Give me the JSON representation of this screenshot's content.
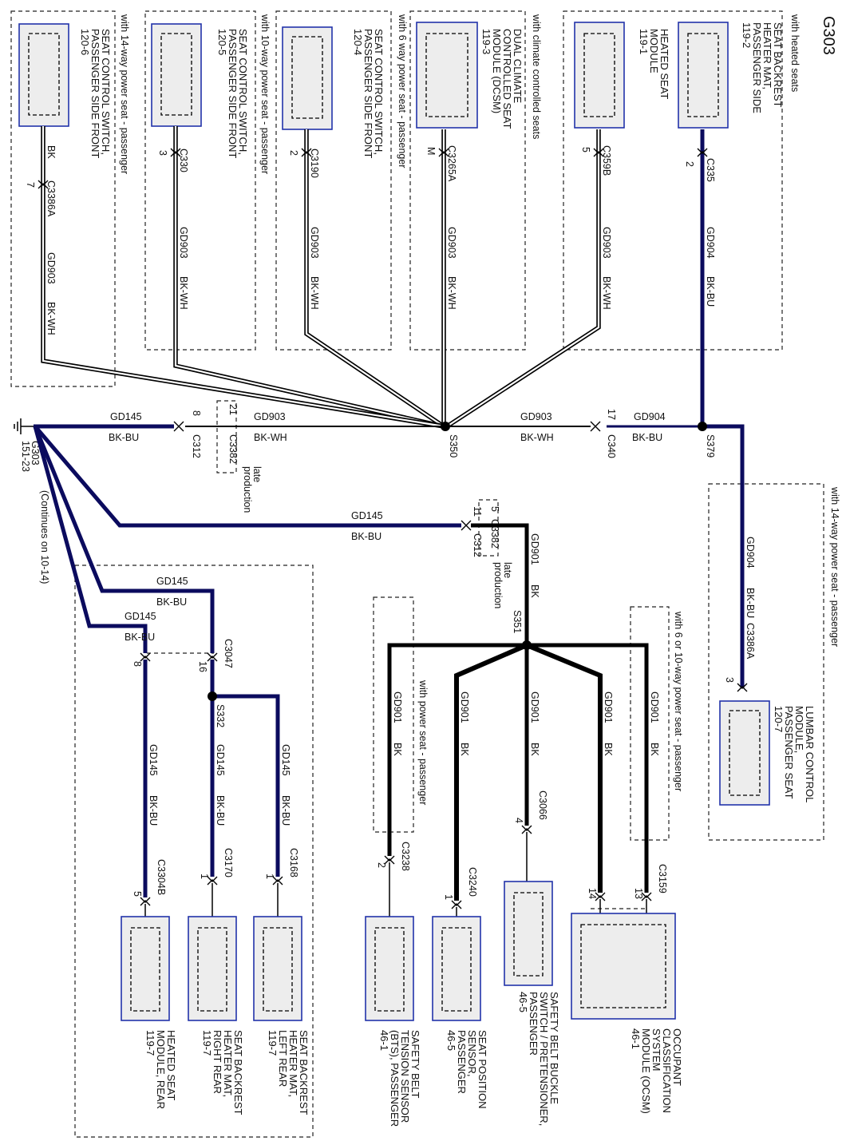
{
  "title": "G303",
  "ground": {
    "id": "G303",
    "ref": "151-23",
    "note": "(Continues on 10-14)"
  },
  "splices": [
    "S350",
    "S379",
    "S351",
    "S332"
  ],
  "conditions": {
    "heated_seats": "with heated seats",
    "climate": "with climate controlled seats",
    "six_way": "with 6 way power seat - passenger",
    "ten_way": "with 10-way power seat - passenger",
    "fourteen_way_top": "with 14-way power seat - passenger",
    "fourteen_way_right": "with 14-way power seat - passenger",
    "power_seat": "with power seat - passenger",
    "six_or_ten": "with 6 or 10-way power seat - passenger",
    "late1": "late",
    "late1b": "production",
    "late2": "late",
    "late2b": "production"
  },
  "components": {
    "backrest_pass": [
      "SEAT BACKREST",
      "HEATER MAT,",
      "PASSENGER SIDE",
      "119-2"
    ],
    "heated_module": [
      "HEATED SEAT",
      "MODULE",
      "119-1"
    ],
    "dcsm": [
      "DUAL CLIMATE",
      "CONTROLLED SEAT",
      "MODULE (DCSM)",
      "119-3"
    ],
    "switch_6": [
      "SEAT CONTROL SWITCH,",
      "PASSENGER SIDE FRONT",
      "120-4"
    ],
    "switch_10": [
      "SEAT CONTROL SWITCH,",
      "PASSENGER SIDE FRONT",
      "120-5"
    ],
    "switch_14": [
      "SEAT CONTROL SWITCH,",
      "PASSENGER SIDE FRONT",
      "120-6"
    ],
    "lumbar": [
      "LUMBAR CONTROL",
      "MODULE,",
      "PASSENGER SEAT",
      "120-7"
    ],
    "ocsm": [
      "OCCUPANT",
      "CLASSIFICATION",
      "SYSTEM",
      "MODULE (OCSM)",
      "46-1"
    ],
    "buckle": [
      "SAFETY BELT BUCKLE",
      "SWITCH / PRETENSIONER,",
      "PASSENGER",
      "46-5"
    ],
    "seat_pos": [
      "SEAT POSITION",
      "SENSOR,",
      "PASSENGER",
      "46-5"
    ],
    "bts": [
      "SAFETY BELT",
      "TENSION SENSOR",
      "(BTS), PASSENGER",
      "46-1"
    ],
    "backrest_lr": [
      "SEAT BACKREST",
      "HEATER MAT,",
      "LEFT REAR",
      "119-7"
    ],
    "backrest_rr": [
      "SEAT BACKREST",
      "HEATER MAT,",
      "RIGHT REAR",
      "119-7"
    ],
    "heated_rear": [
      "HEATED SEAT",
      "MODULE, REAR",
      "119-7"
    ]
  },
  "connectors": {
    "c335": "C335",
    "c335p": "2",
    "c359b": "C359B",
    "c359bp": "5",
    "c3265a": "C3265A",
    "c3265ap": "M",
    "c3190": "C3190",
    "c3190p": "2",
    "c330": "C330",
    "c330p": "3",
    "c3386a_top": "C3386A",
    "c3386a_topp": "7",
    "c312a": "C312",
    "c312ap": "8",
    "c3382a": "C3382",
    "c3382ap": "21",
    "c340": "C340",
    "c340p": "17",
    "c312b": "C312",
    "c312bp": "11",
    "c3382b": "C3382",
    "c3382bp": "5",
    "c3386a_r": "C3386A",
    "c3386a_rp": "3",
    "c3047": "C3047",
    "c3047p1": "8",
    "c3047p2": "16",
    "c3304b": "C3304B",
    "c3304bp": "5",
    "c3170": "C3170",
    "c3170p": "1",
    "c3168": "C3168",
    "c3168p": "1",
    "c3238": "C3238",
    "c3238p": "2",
    "c3240": "C3240",
    "c3240p": "1",
    "c3066": "C3066",
    "c3066p": "4",
    "c3159": "C3159",
    "c3159p1": "14",
    "c3159p2": "13"
  },
  "wires": {
    "gd904": "GD904",
    "bkbu": "BK-BU",
    "gd903": "GD903",
    "bkwh": "BK-WH",
    "bk": "BK",
    "gd145": "GD145",
    "gd901": "GD901"
  }
}
